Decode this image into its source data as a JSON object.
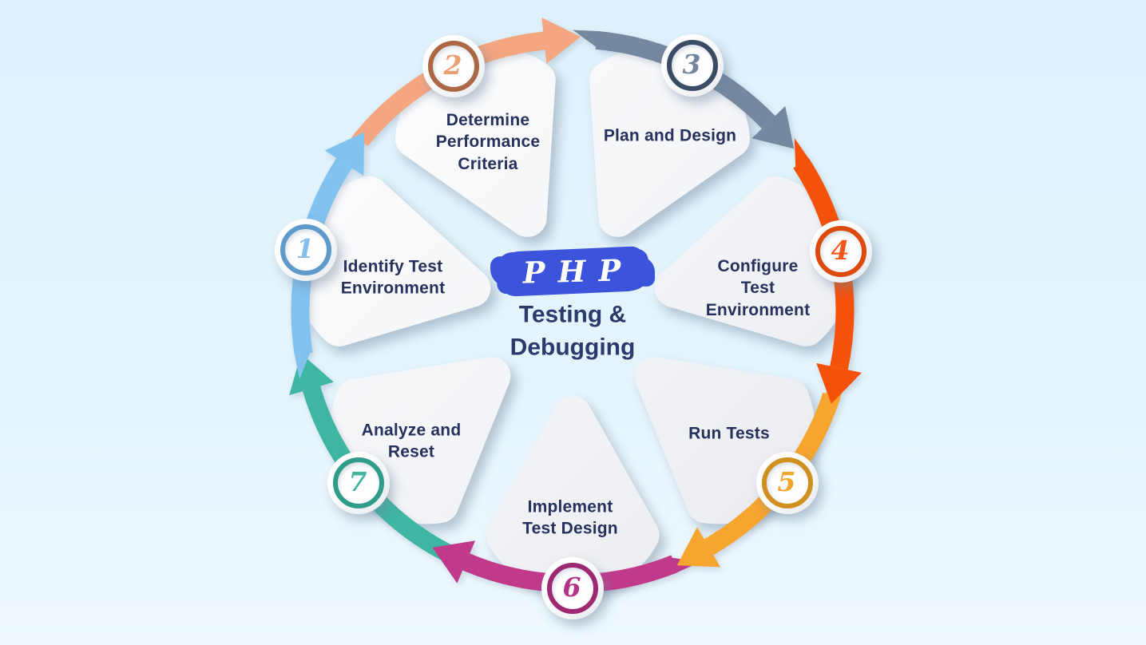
{
  "background": {
    "top": "#DEF1FB",
    "bottom": "#EFF9FE"
  },
  "label_color": "#26315C",
  "center": {
    "brand": "PHP",
    "brand_color": "#FFFFFF",
    "brush_color": "#3C53DB",
    "title": "Testing & Debugging",
    "title_color": "#2A3A6B"
  },
  "steps": [
    {
      "number": "1",
      "label": "Identify Test Environment",
      "arrow_color": "#82C2EF",
      "ring_color": "#5E9BCC",
      "number_color": "#82BFEA"
    },
    {
      "number": "2",
      "label": "Determine Performance Criteria",
      "arrow_color": "#F4A681",
      "ring_color": "#AC6845",
      "number_color": "#E99E74"
    },
    {
      "number": "3",
      "label": "Plan and Design",
      "arrow_color": "#76889F",
      "ring_color": "#3A4B64",
      "number_color": "#73859D"
    },
    {
      "number": "4",
      "label": "Configure Test Environment",
      "arrow_color": "#F4510B",
      "ring_color": "#DD4A0E",
      "number_color": "#F2571C"
    },
    {
      "number": "5",
      "label": "Run Tests",
      "arrow_color": "#F6A52E",
      "ring_color": "#D0901F",
      "number_color": "#F2A42C"
    },
    {
      "number": "6",
      "label": "Implement Test Design",
      "arrow_color": "#C0398B",
      "ring_color": "#9C2971",
      "number_color": "#B53386"
    },
    {
      "number": "7",
      "label": "Analyze and Reset",
      "arrow_color": "#3FB6A3",
      "ring_color": "#2F9C8A",
      "number_color": "#41B5A0"
    }
  ]
}
